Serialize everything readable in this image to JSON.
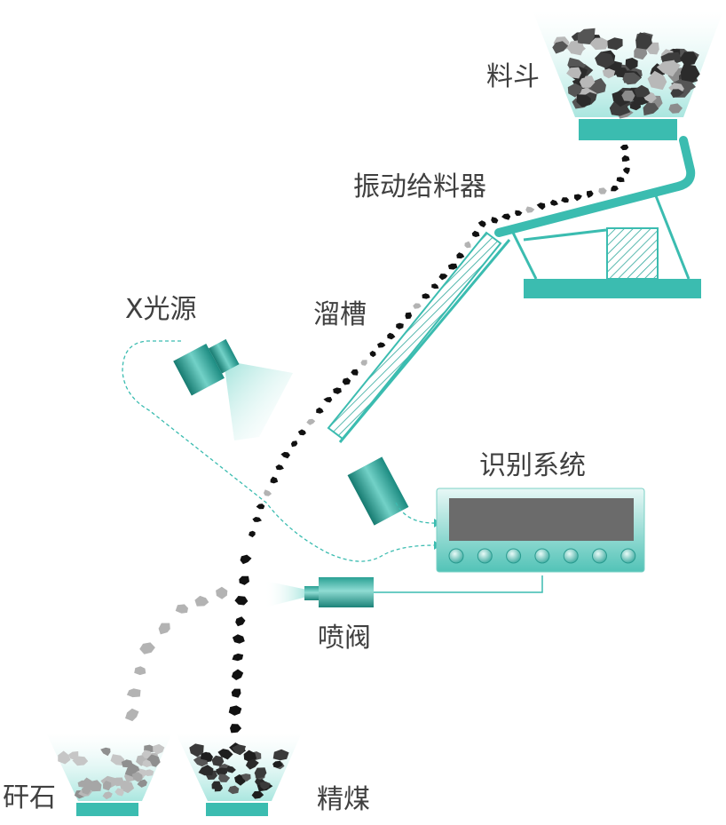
{
  "labels": {
    "hopper": "料斗",
    "feeder": "振动给料器",
    "xray": "X光源",
    "chute": "溜槽",
    "recognition": "识别系统",
    "valve": "喷阀",
    "gangue": "矸石",
    "coal": "精煤"
  },
  "colors": {
    "teal": "#3bbcb0",
    "teal_dark": "#1e8e84",
    "beam": "#b9ebe6",
    "coal": "#111111",
    "gangue": "#b3b3b3",
    "screen": "#6b6b6b"
  }
}
